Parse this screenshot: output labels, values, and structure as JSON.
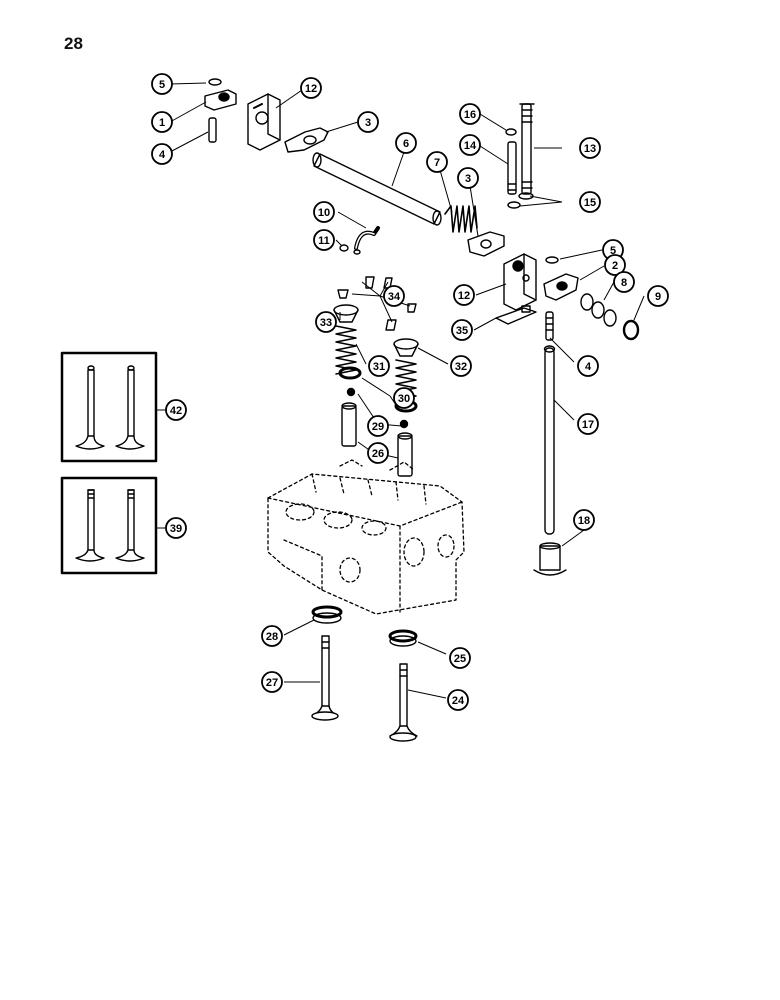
{
  "page": {
    "number": "28"
  },
  "callouts": [
    {
      "id": "c5a",
      "num": "5"
    },
    {
      "id": "c1",
      "num": "1"
    },
    {
      "id": "c4a",
      "num": "4"
    },
    {
      "id": "c12a",
      "num": "12"
    },
    {
      "id": "c3a",
      "num": "3"
    },
    {
      "id": "c6",
      "num": "6"
    },
    {
      "id": "c7",
      "num": "7"
    },
    {
      "id": "c3b",
      "num": "3"
    },
    {
      "id": "c10",
      "num": "10"
    },
    {
      "id": "c11",
      "num": "11"
    },
    {
      "id": "c16",
      "num": "16"
    },
    {
      "id": "c14",
      "num": "14"
    },
    {
      "id": "c13",
      "num": "13"
    },
    {
      "id": "c15",
      "num": "15"
    },
    {
      "id": "c5b",
      "num": "5"
    },
    {
      "id": "c2",
      "num": "2"
    },
    {
      "id": "c8",
      "num": "8"
    },
    {
      "id": "c9",
      "num": "9"
    },
    {
      "id": "c12b",
      "num": "12"
    },
    {
      "id": "c34",
      "num": "34"
    },
    {
      "id": "c33",
      "num": "33"
    },
    {
      "id": "c35",
      "num": "35"
    },
    {
      "id": "c31",
      "num": "31"
    },
    {
      "id": "c32",
      "num": "32"
    },
    {
      "id": "c4b",
      "num": "4"
    },
    {
      "id": "c30",
      "num": "30"
    },
    {
      "id": "c29",
      "num": "29"
    },
    {
      "id": "c17",
      "num": "17"
    },
    {
      "id": "c26",
      "num": "26"
    },
    {
      "id": "c42",
      "num": "42"
    },
    {
      "id": "c39",
      "num": "39"
    },
    {
      "id": "c18",
      "num": "18"
    },
    {
      "id": "c28",
      "num": "28"
    },
    {
      "id": "c25",
      "num": "25"
    },
    {
      "id": "c27",
      "num": "27"
    },
    {
      "id": "c24",
      "num": "24"
    }
  ]
}
